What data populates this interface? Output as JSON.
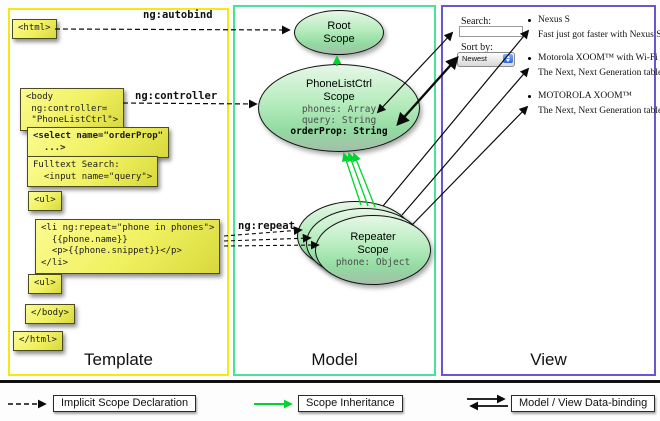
{
  "columns": {
    "template": {
      "label": "Template",
      "border_color": "#f2ea12"
    },
    "model": {
      "label": "Model",
      "border_color": "#47e39b"
    },
    "view": {
      "label": "View",
      "border_color": "#6857cf"
    }
  },
  "template_boxes": [
    {
      "id": "html-open",
      "text": "<html>"
    },
    {
      "id": "body-open",
      "text": "<body\n ng:controller=\n \"PhoneListCtrl\">"
    },
    {
      "id": "select",
      "text": "<select name=\"orderProp\"\n  ...>"
    },
    {
      "id": "fulltext",
      "text": "Fulltext Search:\n  <input name=\"query\">"
    },
    {
      "id": "ul-open",
      "text": "<ul>"
    },
    {
      "id": "li-repeat",
      "text": "<li ng:repeat=\"phone in phones\">\n  {{phone.name}}\n  <p>{{phone.snippet}}</p>\n</li>"
    },
    {
      "id": "ul-close",
      "text": "<ul>"
    },
    {
      "id": "body-close",
      "text": "</body>"
    },
    {
      "id": "html-close",
      "text": "</html>"
    }
  ],
  "connectors": {
    "autobind_label": "ng:autobind",
    "controller_label": "ng:controller",
    "repeat_label": "ng:repeat"
  },
  "scopes": {
    "root": {
      "line1": "Root",
      "line2": "Scope"
    },
    "phonelist": {
      "line1": "PhoneListCtrl",
      "line2": "Scope",
      "prop1": "phones: Array",
      "prop2": "query: String",
      "prop3": "orderProp: String"
    },
    "repeater": {
      "line1": "Repeater",
      "line2": "Scope",
      "prop1": "phone: Object"
    }
  },
  "view": {
    "search_label": "Search:",
    "sort_label": "Sort by:",
    "sort_value": "Newest",
    "items": [
      {
        "title": "Nexus S",
        "desc": "Fast just got faster with Nexus S."
      },
      {
        "title": "Motorola XOOM™ with Wi-Fi",
        "desc": "The Next, Next Generation tablet."
      },
      {
        "title": "MOTOROLA XOOM™",
        "desc": "The Next, Next Generation tablet."
      }
    ]
  },
  "legend": {
    "implicit": "Implicit Scope Declaration",
    "inheritance": "Scope Inheritance",
    "databinding": "Model / View Data-binding"
  },
  "colors": {
    "arrow_green": "#00d42e",
    "scope_fill_top": "#e6f7e6",
    "scope_fill_bottom": "#a3bfa8",
    "code_box_yellow": "#f0f060"
  }
}
